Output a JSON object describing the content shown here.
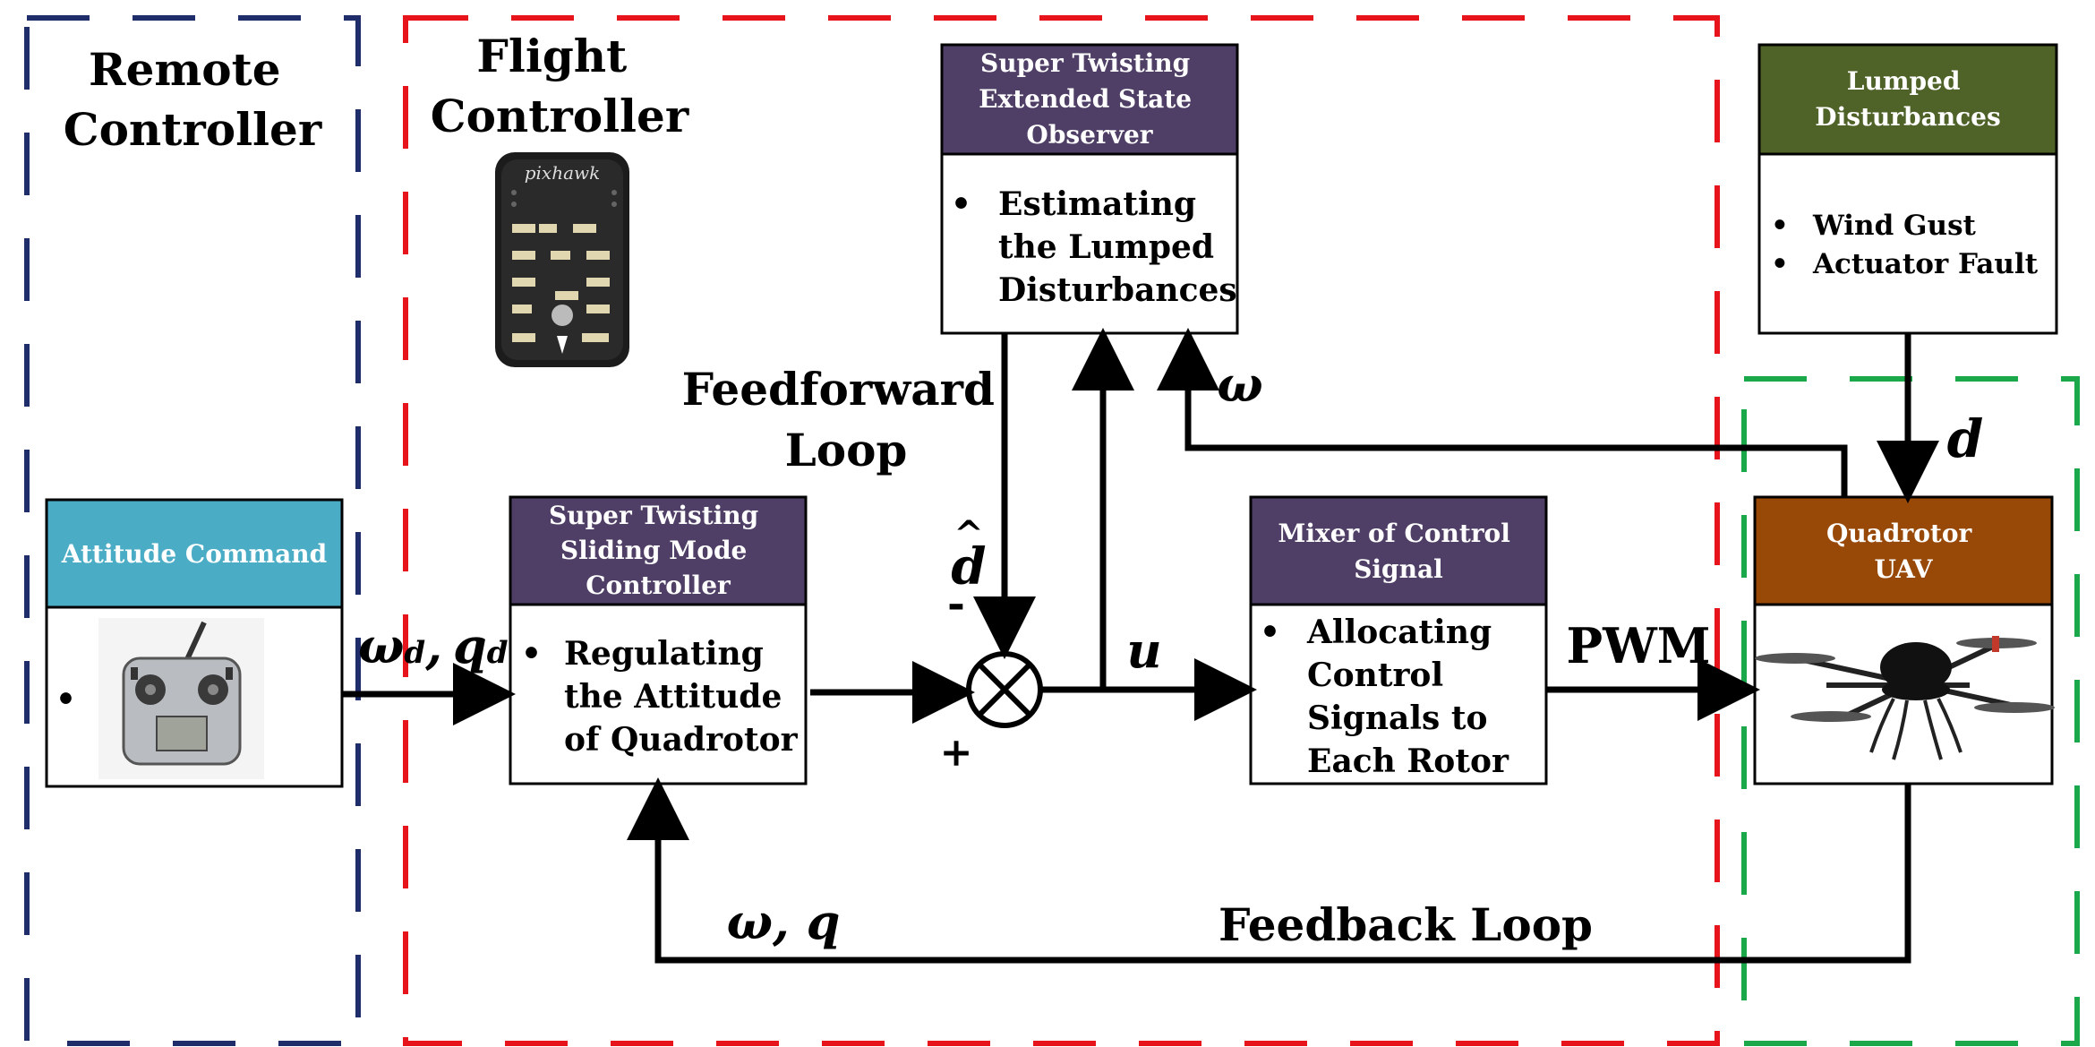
{
  "regions": {
    "remote": {
      "label_lines": [
        "Remote",
        "Controller"
      ],
      "color": "#1f2d6b"
    },
    "flight": {
      "label_lines": [
        "Flight",
        "Controller"
      ],
      "color": "#e8141c"
    },
    "plant": {
      "color": "#1aa84a"
    }
  },
  "blocks": {
    "attitude": {
      "title": "Attitude Command",
      "title_color": "#4bacc6",
      "bullet": "•"
    },
    "stsmc": {
      "title_lines": [
        "Super Twisting",
        "Sliding Mode",
        "Controller"
      ],
      "title_color": "#4f3f66",
      "body_lines": [
        "Regulating",
        "the Attitude",
        "of Quadrotor"
      ],
      "bullet": "•"
    },
    "steso": {
      "title_lines": [
        "Super Twisting",
        "Extended State",
        "Observer"
      ],
      "title_color": "#4f3f66",
      "body_lines": [
        "Estimating",
        "the Lumped",
        "Disturbances"
      ],
      "bullet": "•"
    },
    "mixer": {
      "title_lines": [
        "Mixer of Control",
        "Signal"
      ],
      "title_color": "#4f3f66",
      "body_lines": [
        "Allocating",
        "Control",
        "Signals to",
        "Each Rotor"
      ],
      "bullet": "•"
    },
    "disturb": {
      "title_lines": [
        "Lumped",
        "Disturbances"
      ],
      "title_color": "#4f6228",
      "items": [
        "Wind Gust",
        "Actuator Fault"
      ],
      "bullet": "•"
    },
    "uav": {
      "title_lines": [
        "Quadrotor",
        "UAV"
      ],
      "title_color": "#984807"
    }
  },
  "pixhawk_text": "pixhawk",
  "signals": {
    "wd": "ω",
    "wd_sub": "d",
    "comma": ",",
    "qd": "q",
    "qd_sub": "d",
    "dhat": "d",
    "hat": "^",
    "minus": "-",
    "plus": "+",
    "u": "u",
    "omega": "ω",
    "pwm": "PWM",
    "d": "d",
    "wq": "ω, q"
  },
  "loops": {
    "feedforward": [
      "Feedforward",
      "Loop"
    ],
    "feedback": "Feedback Loop"
  },
  "icons": [
    "radio-transmitter-icon",
    "pixhawk-board-icon",
    "quadrotor-drone-icon",
    "summing-junction-icon"
  ]
}
